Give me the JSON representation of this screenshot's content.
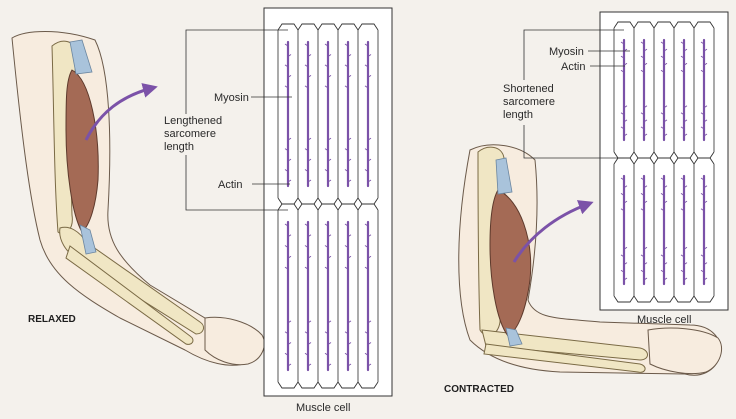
{
  "relaxed": {
    "state_label": "RELAXED",
    "myosin_label": "Myosin",
    "actin_label": "Actin",
    "sarcomere_label": [
      "Lengthened",
      "sarcomere",
      "length"
    ],
    "cell_label": "Muscle cell"
  },
  "contracted": {
    "state_label": "CONTRACTED",
    "myosin_label": "Myosin",
    "actin_label": "Actin",
    "sarcomere_label": [
      "Shortened",
      "sarcomere",
      "length"
    ],
    "cell_label": "Muscle cell"
  },
  "colors": {
    "myosin": "#7b52a8",
    "arrow": "#7b52a8",
    "muscle": "#a46a55",
    "bone": "#f0e6c4",
    "tendon": "#a9c3db"
  },
  "icons": [
    "relaxed-arm-illustration",
    "contracted-arm-illustration",
    "zoom-arrow-icon"
  ]
}
